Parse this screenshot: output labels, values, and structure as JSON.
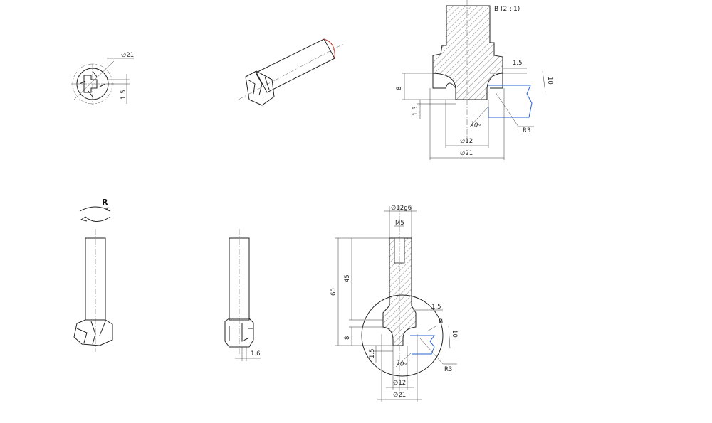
{
  "detail_b": {
    "title": "B (2 : 1)",
    "dim_top_15": "1.5",
    "dim_left_8": "8",
    "dim_left_15": "1.5",
    "dim_angle_10": "10°",
    "dim_radius": "R3",
    "dim_d12": "∅12",
    "dim_d21": "∅21",
    "dim_right_10": "10"
  },
  "top_view": {
    "dim_d21": "∅21",
    "dim_15": "1.5"
  },
  "rotation_view": {
    "rotation_label": "R"
  },
  "front_view": {
    "dim_16": "1.6"
  },
  "section_view": {
    "dim_d12g6": "∅12g6",
    "dim_m5": "M5",
    "dim_60": "60",
    "dim_45": "45",
    "dim_8": "8",
    "dim_15_left": "1.5",
    "dim_15_right": "1.5",
    "detail_label": "B",
    "dim_10_right": "10",
    "dim_angle_10": "10°",
    "dim_radius": "R3",
    "dim_d12": "∅12",
    "dim_d21": "∅21"
  },
  "colors": {
    "outline": "#222222",
    "construction_blue": "#2a62d6",
    "edge_red": "#c0392b"
  }
}
